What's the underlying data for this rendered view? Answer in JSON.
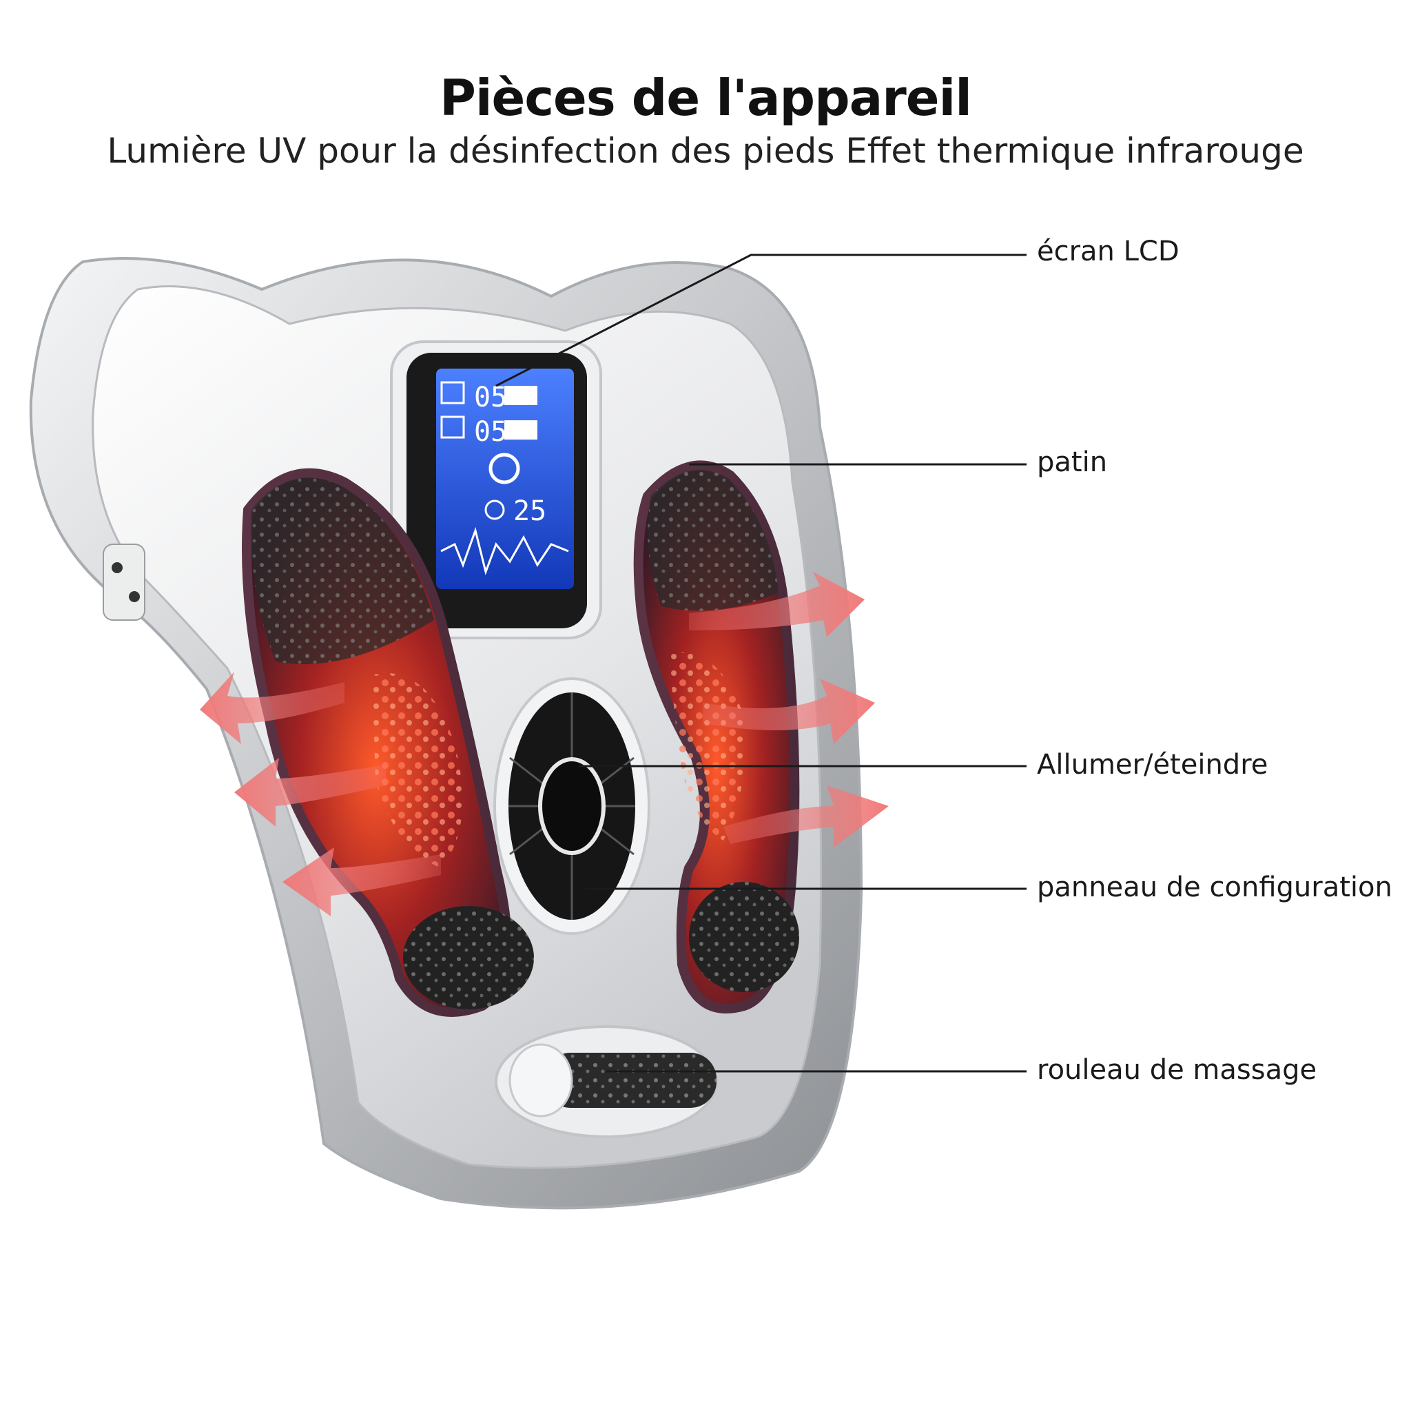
{
  "header": {
    "title": "Pièces de l'appareil",
    "subtitle": "Lumière UV pour la désinfection des pieds Effet thermique infrarouge"
  },
  "callouts": {
    "lcd": "écran LCD",
    "pad": "patin",
    "power": "Allumer/éteindre",
    "panel": "panneau de configuration",
    "roller": "rouleau de massage"
  },
  "lcd_display": {
    "mode_value": "05",
    "intensity_value": "05",
    "timer_value": "25"
  },
  "colors": {
    "lcd_blue": "#1f4fd6",
    "heat_red": "#e53a22",
    "arrow_pink": "#f07a7a",
    "body_silver": "#d9dbde"
  }
}
